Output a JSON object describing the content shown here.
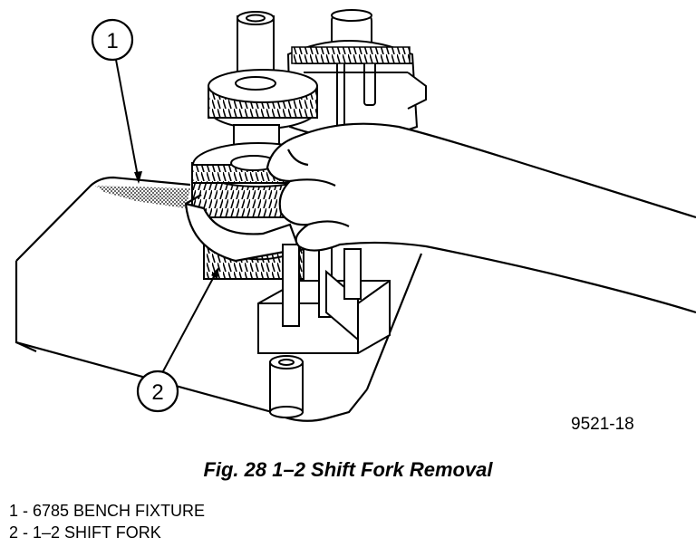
{
  "figure": {
    "number": "9521-18",
    "caption": "Fig. 28 1–2 Shift Fork Removal",
    "callouts": [
      {
        "id": "1",
        "label": "1"
      },
      {
        "id": "2",
        "label": "2"
      }
    ]
  },
  "legend": [
    {
      "text": "1 - 6785 BENCH FIXTURE"
    },
    {
      "text": "2 - 1–2 SHIFT FORK"
    }
  ],
  "colors": {
    "ink": "#000000",
    "paper": "#ffffff",
    "shade": "#8a8a8a"
  },
  "icons": {
    "callout": "circle-number-icon"
  }
}
